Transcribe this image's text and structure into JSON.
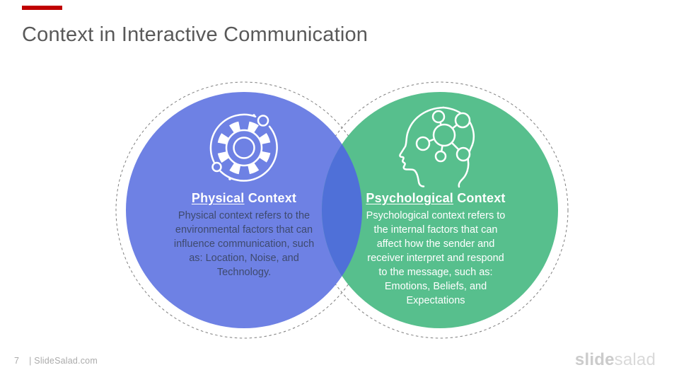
{
  "slide": {
    "title": "Context in Interactive Communication",
    "accent_bar_color": "#C00000"
  },
  "venn": {
    "outline_style": "dashed",
    "outline_color": "#7F7F7F",
    "overlap_color": "#4F70D8",
    "left_circle": {
      "color": "#6E81E4",
      "icon": "gear-network-icon",
      "heading_underlined": "Physical",
      "heading_rest": " Context",
      "body_lines": [
        "Physical context refers to the",
        "environmental factors that can",
        "influence communication, such",
        "as: Location, Noise, and",
        "Technology."
      ]
    },
    "right_circle": {
      "color": "#57BF8D",
      "icon": "head-network-icon",
      "heading_underlined": "Psychological",
      "heading_rest": " Context",
      "body_lines": [
        "Psychological context refers to",
        "the internal factors that can",
        "affect how the sender and",
        "receiver interpret and respond",
        "to the message, such as:",
        "Emotions, Beliefs, and",
        "Expectations"
      ]
    }
  },
  "footer": {
    "page_number": "7",
    "site_text": "| SlideSalad.com",
    "logo_bold": "slide",
    "logo_light": "salad"
  }
}
